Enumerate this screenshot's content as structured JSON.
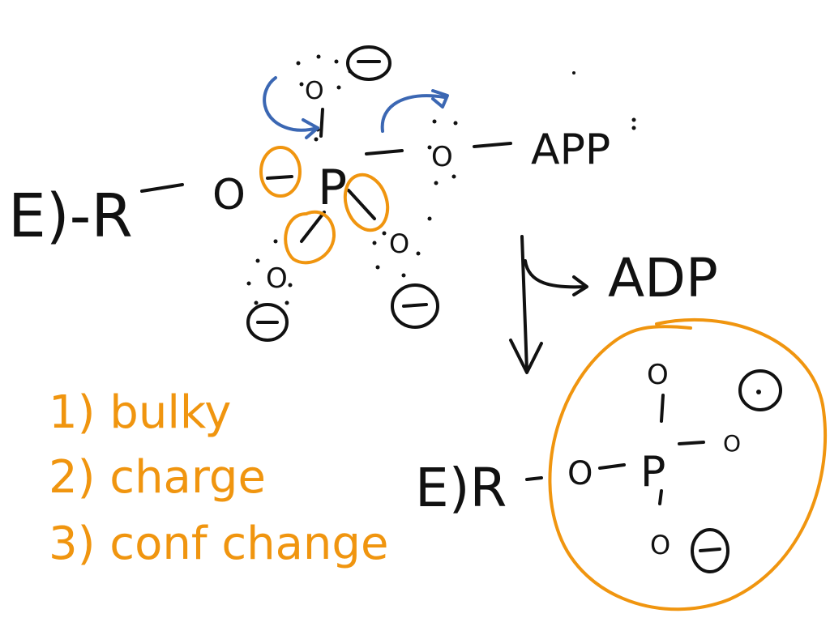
{
  "colors": {
    "ink": "#111111",
    "highlight": "#f0950f",
    "arrow": "#3b67b3",
    "background": "#ffffff"
  },
  "top_molecule": {
    "enzyme_residue": "E)-R",
    "ester_oxygen": "O",
    "phosphorus": "P",
    "top_oxygen": "O",
    "top_charge": "⊖",
    "left_oxygen": "O",
    "left_charge": "⊖",
    "right_oxygen": "O",
    "right_charge": "⊖",
    "bridge_oxygen": "O",
    "leaving_group": "APP"
  },
  "reaction": {
    "byproduct": "ADP"
  },
  "product": {
    "enzyme_residue": "E)R",
    "ester_oxygen": "O",
    "phosphorus": "P",
    "top_oxygen": "O",
    "top_charge": "⊙",
    "right_oxygen": "O",
    "bottom_oxygen": "O",
    "bottom_charge": "⊖"
  },
  "notes": [
    "1) bulky",
    "2) charge",
    "3) conf change"
  ]
}
